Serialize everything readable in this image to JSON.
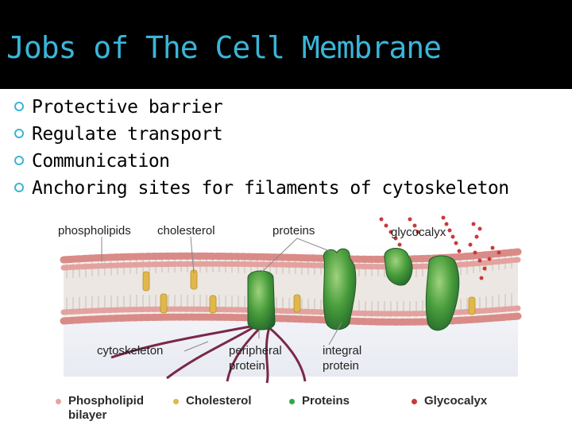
{
  "slide": {
    "title": "Jobs of The Cell Membrane",
    "bullets": [
      "Protective barrier",
      "Regulate transport",
      "Communication",
      "Anchoring sites for filaments of cytoskeleton"
    ]
  },
  "diagram": {
    "labels": {
      "phospholipids": "phospholipids",
      "cholesterol": "cholesterol",
      "proteins": "proteins",
      "glycocalyx": "glycocalyx",
      "cytoskeleton": "cytoskeleton",
      "peripheral_1": "peripheral",
      "peripheral_2": "protein",
      "integral_1": "integral",
      "integral_2": "protein"
    },
    "legend": [
      {
        "label_line1": "Phospholipid",
        "label_line2": "bilayer",
        "color": "#e8a3a0"
      },
      {
        "label_line1": "Cholesterol",
        "label_line2": "",
        "color": "#e0b84a"
      },
      {
        "label_line1": "Proteins",
        "label_line2": "",
        "color": "#2ea84a"
      },
      {
        "label_line1": "Glycocalyx",
        "label_line2": "",
        "color": "#c83a3a"
      }
    ]
  },
  "colors": {
    "header_bg": "#000000",
    "title": "#3ab5d8",
    "bullet_ring": "#3ab5d8",
    "phospholipid_head": "#d98b88",
    "cholesterol": "#e0b84a",
    "protein": "#2f8a35",
    "glycocalyx": "#c83a3a",
    "cytoskeleton": "#7a2848"
  }
}
